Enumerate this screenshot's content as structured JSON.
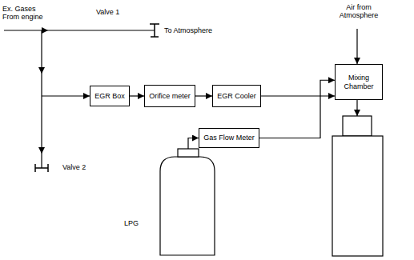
{
  "diagram": {
    "nodes": [
      {
        "text": [
          "EGR Box"
        ]
      },
      {
        "text": [
          "Orifice meter"
        ]
      },
      {
        "text": [
          "EGR Cooler"
        ]
      },
      {
        "text": [
          "Mixing Chamber"
        ]
      },
      {
        "text": [
          "Gas Flow Meter"
        ]
      },
      {
        "text": [
          "LPG"
        ]
      }
    ],
    "edges": [
      {
        "from": 0,
        "to": 1,
        "arrow": "to"
      },
      {
        "from": 1,
        "to": 2,
        "arrow": "to"
      },
      {
        "from": 2,
        "to": 3,
        "arrow": "to"
      },
      {
        "from": 5,
        "to": 4,
        "arrow": "to"
      },
      {
        "from": 4,
        "to": 3,
        "arrow": "to"
      }
    ],
    "labels": [
      "Ex. Gases From engine",
      "Valve 1",
      "To Atmosphere",
      "Valve 2",
      "Air from Atmosphere"
    ]
  }
}
